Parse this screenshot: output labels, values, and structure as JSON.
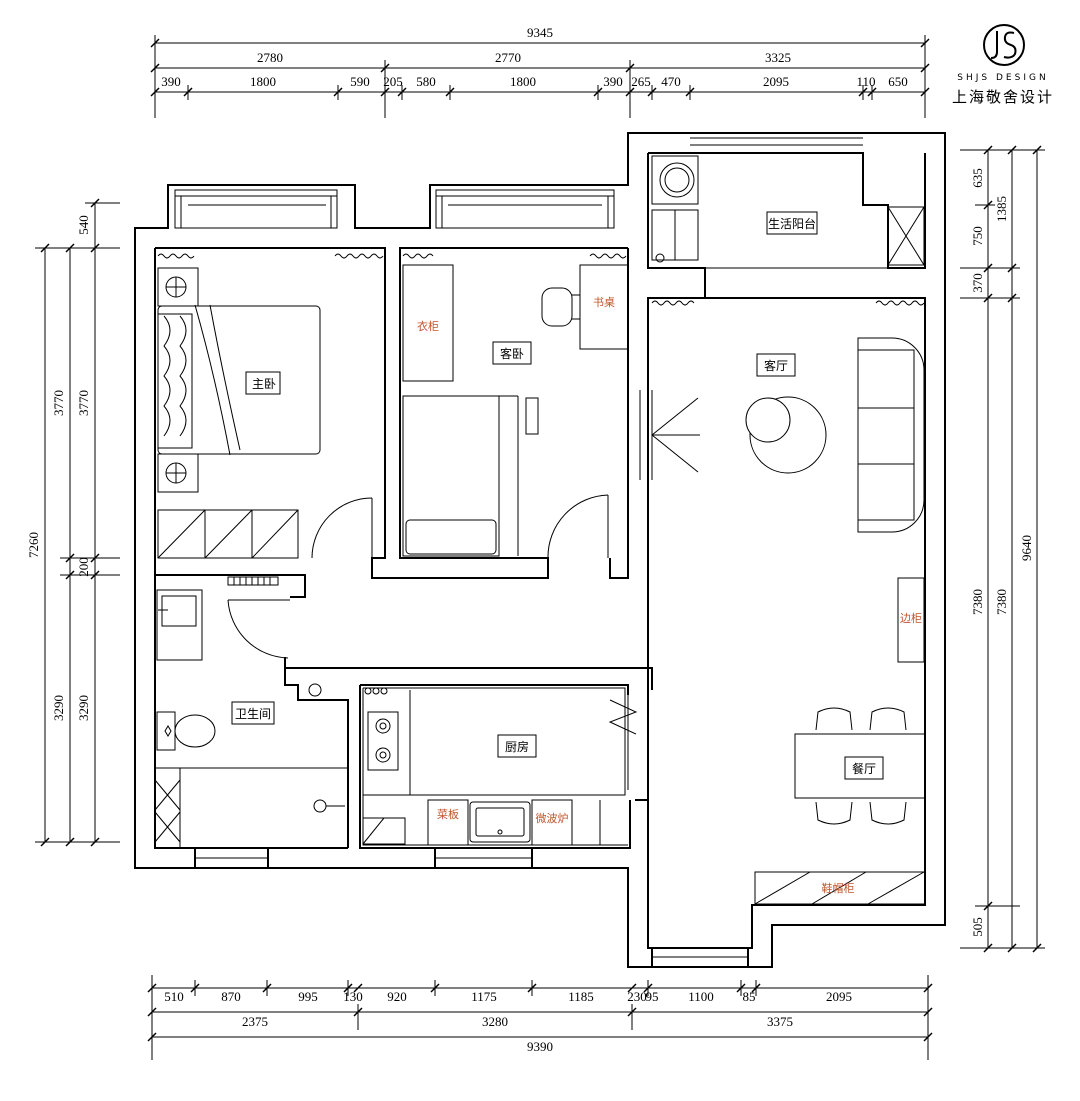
{
  "logo": {
    "monogram": "JS",
    "en": "SHJS DESIGN",
    "cn": "上海敬舍设计"
  },
  "dims": {
    "top_total": "9345",
    "top_mid": [
      "2780",
      "2770",
      "3325"
    ],
    "top_detail": [
      "390",
      "1800",
      "590",
      "205",
      "580",
      "1800",
      "390",
      "265",
      "470",
      "2095",
      "110",
      "650"
    ],
    "bottom_detail": [
      "510",
      "870",
      "995",
      "130",
      "920",
      "1175",
      "1185",
      "230",
      "95",
      "1100",
      "85",
      "2095"
    ],
    "bottom_mid": [
      "2375",
      "3280",
      "3375"
    ],
    "bottom_total": "9390",
    "left_total": "7260",
    "left_a": [
      "540",
      "3770",
      "200",
      "3290"
    ],
    "left_b": [
      "3770",
      "3290"
    ],
    "right_a": [
      "635",
      "750",
      "370",
      "7380",
      "505"
    ],
    "right_b": [
      "1385",
      "7380"
    ],
    "right_total": "9640"
  },
  "rooms": {
    "master_bedroom": "主卧",
    "guest_bedroom": "客卧",
    "laundry_balcony": "生活阳台",
    "living_room": "客厅",
    "bathroom": "卫生间",
    "kitchen": "厨房",
    "dining_room": "餐厅"
  },
  "furniture": {
    "wardrobe": "衣柜",
    "desk": "书桌",
    "side_cabinet": "边柜",
    "prep_counter": "菜板",
    "microwave": "微波炉",
    "shoe_cabinet": "鞋帽柜"
  }
}
